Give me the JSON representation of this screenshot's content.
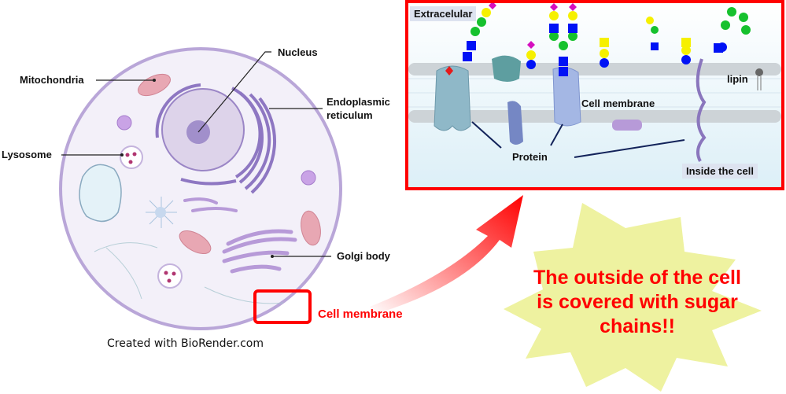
{
  "cell_diagram": {
    "labels": {
      "nucleus": "Nucleus",
      "mitochondria": "Mitochondria",
      "er_line1": "Endoplasmic",
      "er_line2": "reticulum",
      "lysosome": "Lysosome",
      "golgi": "Golgi body",
      "cell_membrane": "Cell membrane"
    },
    "credit": "Created with BioRender.com"
  },
  "membrane_panel": {
    "extracellular": "Extracelular",
    "cell_membrane": "Cell membrane",
    "lipin": "lipin",
    "protein": "Protein",
    "inside": "Inside the cell"
  },
  "callout": {
    "line1": "The outside of the cell",
    "line2": "is covered with sugar",
    "line3": "chains!!"
  },
  "colors": {
    "highlight": "#ff0000",
    "burst": "#eef2a0",
    "cell_fill": "#f1eef8",
    "cell_border": "#b9a6d8"
  }
}
